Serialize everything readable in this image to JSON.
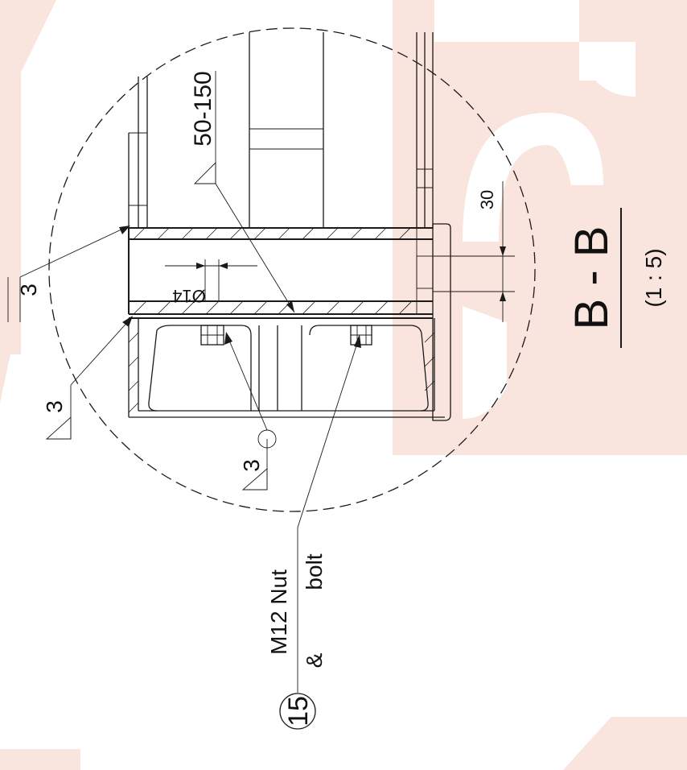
{
  "view": {
    "section_title": "B - B",
    "scale": "(1 : 5)"
  },
  "dimensions": {
    "hole_diameter": "Ø14",
    "adjust_range": "50-150",
    "offset": "30"
  },
  "welds": {
    "left_top": "3",
    "left_bottom": "3",
    "bottom_center": "3"
  },
  "callout": {
    "item_number": "15",
    "text_line1": "M12 Nut",
    "text_line2": "&",
    "text_line3": "bolt"
  },
  "colors": {
    "line": "#1a1a1a",
    "watermark": "#f9e4de",
    "background": "#ffffff"
  }
}
